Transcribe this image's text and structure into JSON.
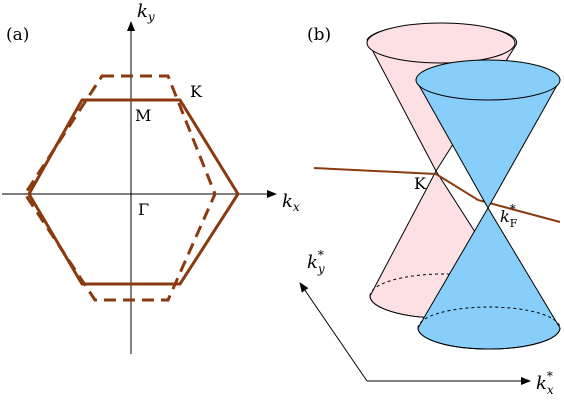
{
  "panel_a": {
    "label": "(a)",
    "axis_x": {
      "main": "k",
      "sub": "x"
    },
    "axis_y": {
      "main": "k",
      "sub": "y"
    },
    "points": {
      "k": "K",
      "m": "M",
      "gamma": "Γ"
    },
    "colors": {
      "zone": "#8b3a0f",
      "axes": "#000000"
    }
  },
  "panel_b": {
    "label": "(b)",
    "point_k": "K",
    "k_f": {
      "main": "k",
      "sup": "*",
      "sub": "F"
    },
    "axis_x": {
      "main": "k",
      "sup": "*",
      "sub": "x"
    },
    "axis_y": {
      "main": "k",
      "sup": "*",
      "sub": "y"
    },
    "colors": {
      "cone_pink": "#fde0e3",
      "cone_blue": "#87cefa",
      "cut_line": "#8b3a0f"
    }
  }
}
